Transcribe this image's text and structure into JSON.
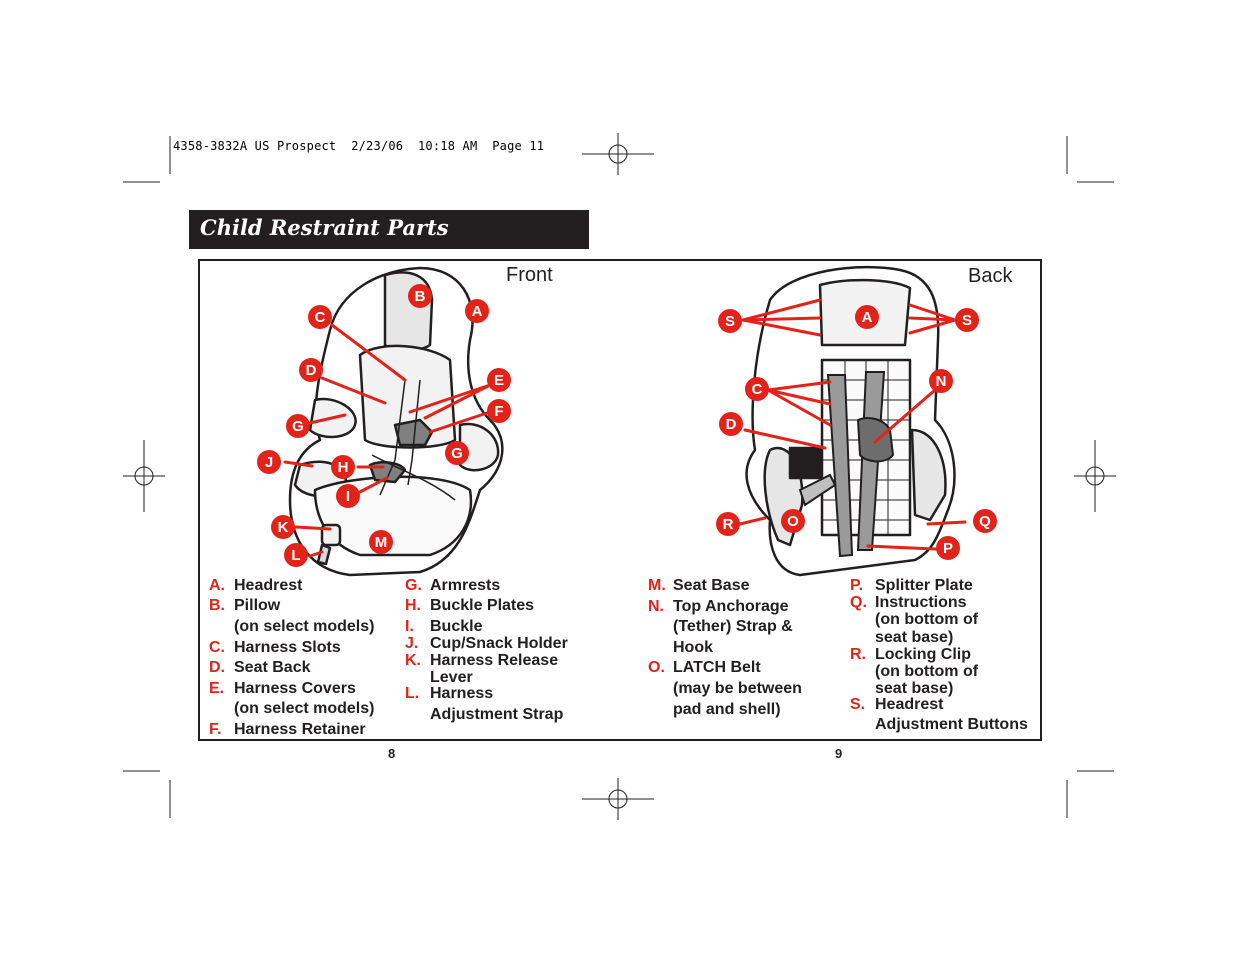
{
  "slug_line": "4358-3832A US Prospect  2/23/06  10:18 AM  Page 11",
  "header": {
    "title": "Child Restraint Parts"
  },
  "views": {
    "front": "Front",
    "back": "Back"
  },
  "colors": {
    "accent": "#e2231a",
    "dark": "#231f20"
  },
  "front_callouts": [
    "A",
    "B",
    "C",
    "D",
    "E",
    "F",
    "G",
    "G",
    "H",
    "I",
    "J",
    "K",
    "L",
    "M"
  ],
  "back_callouts": [
    "A",
    "S",
    "S",
    "C",
    "N",
    "D",
    "R",
    "O",
    "P",
    "Q"
  ],
  "parts_col1": [
    {
      "letter": "A.",
      "lines": [
        "Headrest"
      ]
    },
    {
      "letter": "B.",
      "lines": [
        "Pillow",
        "(on select models)"
      ]
    },
    {
      "letter": "C.",
      "lines": [
        "Harness Slots"
      ]
    },
    {
      "letter": "D.",
      "lines": [
        "Seat Back"
      ]
    },
    {
      "letter": "E.",
      "lines": [
        "Harness Covers",
        "(on select models)"
      ]
    },
    {
      "letter": "F.",
      "lines": [
        "Harness Retainer"
      ]
    }
  ],
  "parts_col2": [
    {
      "letter": "G.",
      "lines": [
        "Armrests"
      ]
    },
    {
      "letter": "H.",
      "lines": [
        "Buckle Plates"
      ]
    },
    {
      "letter": "I.",
      "lines": [
        "Buckle"
      ]
    },
    {
      "letter": "J.",
      "lines": [
        "Cup/Snack Holder"
      ]
    },
    {
      "letter": "K.",
      "lines": [
        "Harness Release",
        "Lever"
      ]
    },
    {
      "letter": "L.",
      "lines": [
        "Harness",
        "Adjustment Strap"
      ]
    }
  ],
  "parts_col3": [
    {
      "letter": "M.",
      "lines": [
        "Seat Base"
      ]
    },
    {
      "letter": "N.",
      "lines": [
        "Top Anchorage",
        "(Tether) Strap &",
        "Hook"
      ]
    },
    {
      "letter": "O.",
      "lines": [
        "LATCH Belt",
        "(may be between",
        "pad and shell)"
      ]
    }
  ],
  "parts_col4": [
    {
      "letter": "P.",
      "lines": [
        "Splitter Plate"
      ]
    },
    {
      "letter": "Q.",
      "lines": [
        "Instructions",
        "(on bottom of",
        "seat base)"
      ]
    },
    {
      "letter": "R.",
      "lines": [
        "Locking Clip",
        "(on bottom of",
        "seat base)"
      ]
    },
    {
      "letter": "S.",
      "lines": [
        "Headrest",
        "Adjustment Buttons"
      ]
    }
  ],
  "page_numbers": {
    "left": "8",
    "right": "9"
  }
}
